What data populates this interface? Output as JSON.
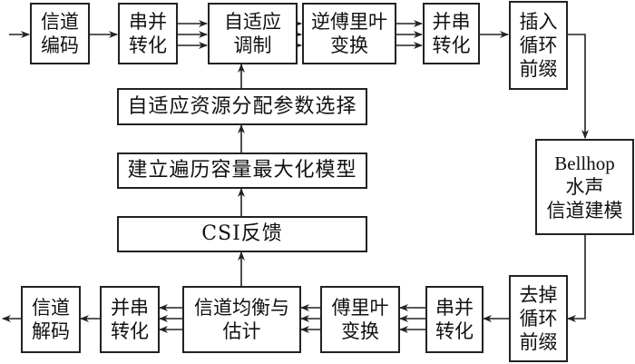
{
  "diagram": {
    "type": "flowchart",
    "description": "Adaptive OFDM underwater acoustic communication system block diagram",
    "transmitter": {
      "channel_coding": "信道\n编码",
      "sp_convert": "串并\n转化",
      "adaptive_modulation": "自适应\n调制",
      "ifft": "逆傅里叶\n变换",
      "ps_convert": "并串\n转化",
      "insert_cp": "插入\n循环\n前缀"
    },
    "channel": {
      "bellhop": "Bellhop\n水声\n信道建模"
    },
    "receiver": {
      "remove_cp": "去掉\n循环\n前缀",
      "sp_convert": "串并\n转化",
      "fft": "傅里叶\n变换",
      "equalize_estimate": "信道均衡与\n估计",
      "ps_convert": "并串\n转化",
      "channel_decoding": "信道\n解码"
    },
    "feedback": {
      "param_select": "自适应资源分配参数选择",
      "capacity_model": "建立遍历容量最大化模型",
      "csi_feedback": "CSI反馈"
    },
    "edges": [
      {
        "from": "input",
        "to": "channel_coding"
      },
      {
        "from": "channel_coding",
        "to": "sp_convert"
      },
      {
        "from": "sp_convert",
        "to": "adaptive_modulation",
        "parallel": 3
      },
      {
        "from": "adaptive_modulation",
        "to": "ifft",
        "parallel": 3
      },
      {
        "from": "ifft",
        "to": "ps_convert",
        "parallel": 3
      },
      {
        "from": "ps_convert",
        "to": "insert_cp"
      },
      {
        "from": "insert_cp",
        "to": "bellhop"
      },
      {
        "from": "bellhop",
        "to": "remove_cp"
      },
      {
        "from": "remove_cp",
        "to": "rx_sp_convert"
      },
      {
        "from": "rx_sp_convert",
        "to": "fft",
        "parallel": 3
      },
      {
        "from": "fft",
        "to": "equalize_estimate",
        "parallel": 3
      },
      {
        "from": "equalize_estimate",
        "to": "rx_ps_convert",
        "parallel": 3
      },
      {
        "from": "rx_ps_convert",
        "to": "channel_decoding"
      },
      {
        "from": "channel_decoding",
        "to": "output"
      },
      {
        "from": "equalize_estimate",
        "to": "csi_feedback"
      },
      {
        "from": "csi_feedback",
        "to": "capacity_model"
      },
      {
        "from": "capacity_model",
        "to": "param_select"
      },
      {
        "from": "param_select",
        "to": "adaptive_modulation"
      }
    ]
  }
}
